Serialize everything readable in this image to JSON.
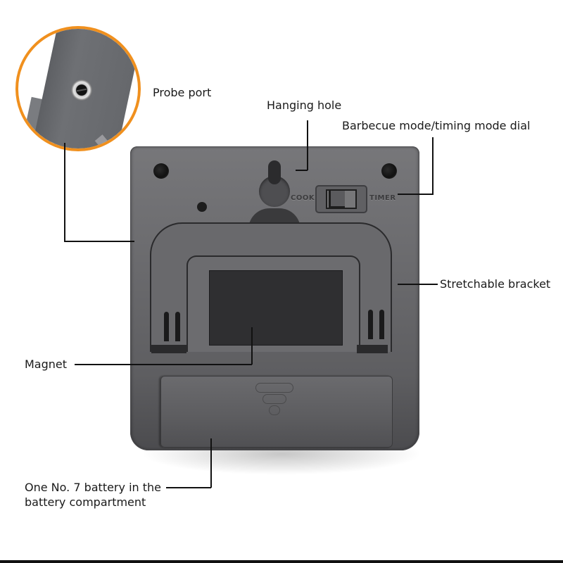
{
  "figure": {
    "type": "annotated-product-photo",
    "subject": "Back of digital barbecue thermometer / timer",
    "accent_color": "#f0901e",
    "device_color": "#6a6a6d"
  },
  "callouts": {
    "probe_port": {
      "label": "Probe port",
      "icon": "audio-jack-port-icon"
    },
    "hanging_hole": {
      "label": "Hanging hole"
    },
    "mode_dial": {
      "label": "Barbecue mode/timing mode dial"
    },
    "bracket": {
      "label": "Stretchable bracket"
    },
    "magnet": {
      "label": "Magnet"
    },
    "battery": {
      "label_line1": "One No. 7 battery in the",
      "label_line2": "battery compartment"
    }
  },
  "device": {
    "switch_left_label": "COOK",
    "switch_right_label": "TIMER"
  }
}
